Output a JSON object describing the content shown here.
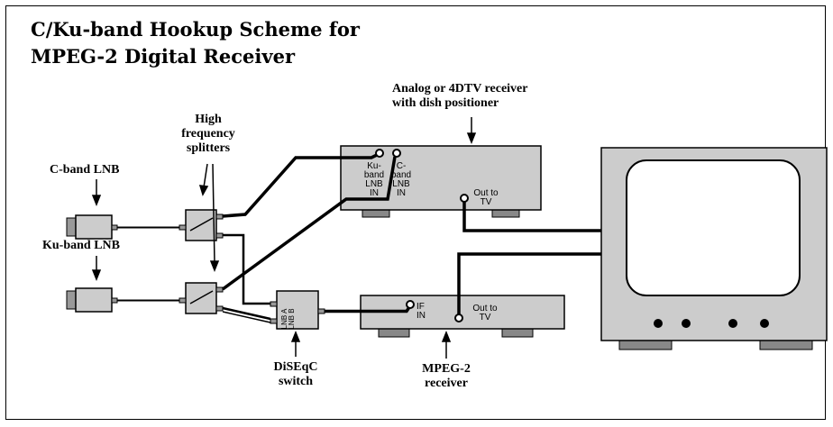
{
  "title": {
    "line1": "C/Ku-band Hookup Scheme for",
    "line2": "MPEG-2 Digital Receiver"
  },
  "labels": {
    "analog_receiver_line1": "Analog or 4DTV receiver",
    "analog_receiver_line2": "with dish positioner",
    "splitters_line1": "High",
    "splitters_line2": "frequency",
    "splitters_line3": "splitters",
    "c_band_lnb": "C-band LNB",
    "ku_band_lnb": "Ku-band LNB",
    "diseqc_line1": "DiSEqC",
    "diseqc_line2": "switch",
    "mpeg_line1": "MPEG-2",
    "mpeg_line2": "receiver"
  },
  "ports": {
    "ku_band_lnb_in": [
      "Ku-",
      "band",
      "LNB",
      "IN"
    ],
    "c_band_lnb_in": [
      "C-",
      "band",
      "LNB",
      "IN"
    ],
    "analog_out_to_tv": [
      "Out to",
      "TV"
    ],
    "if_in": [
      "IF",
      "IN"
    ],
    "mpeg_out_to_tv": [
      "Out to",
      "TV"
    ],
    "switch_lnb_a": "LNB A",
    "switch_lnb_b": "LNB B"
  },
  "colors": {
    "device_fill": "#cccccc",
    "device_dark": "#888888",
    "cable": "#000000",
    "screen": "#ffffff"
  }
}
